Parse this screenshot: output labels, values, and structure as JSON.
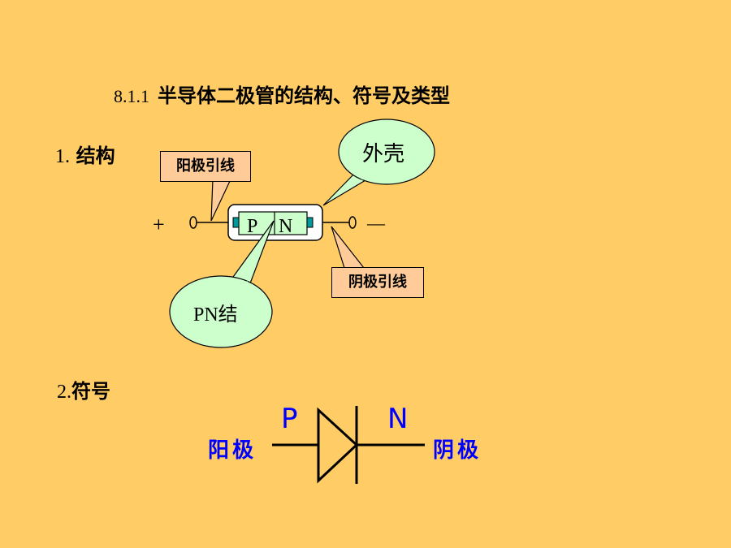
{
  "heading": {
    "number": "8.1.1",
    "text": "半导体二极管的结构、符号及类型"
  },
  "section1": {
    "number": "1.",
    "text": "结构"
  },
  "section2": {
    "number": "2.",
    "text": "符号"
  },
  "structure": {
    "plus": "+",
    "minus": "—",
    "p_label": "P",
    "n_label": "N",
    "anode_lead_callout": "阳极引线",
    "cathode_lead_callout": "阴极引线",
    "shell_callout": "外壳",
    "junction_callout": "PN结"
  },
  "symbol": {
    "p_label": "P",
    "n_label": "N",
    "anode_label": "阳极",
    "cathode_label": "阴极"
  },
  "colors": {
    "background": "#FFCC66",
    "callout_box": "#FFCC99",
    "bubble": "#CCFFCC",
    "chip": "#CCFFCC",
    "contact": "#009999",
    "symbol_text": "#0000FF"
  }
}
